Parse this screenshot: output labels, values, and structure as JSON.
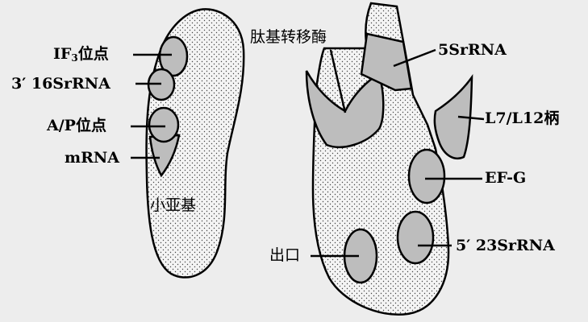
{
  "small_subunit": {
    "title": "小亚基",
    "labels": {
      "if3_prefix": "IF",
      "if3_sub": "3",
      "if3_suffix": "位点",
      "rrna16s": "3′ 16SrRNA",
      "ap_site": "A/P位点",
      "mrna": "mRNA"
    }
  },
  "large_subunit": {
    "labels": {
      "peptidyl_transferase": "肽基转移酶",
      "rrna5s": "5SrRNA",
      "l7l12": "L7/L12柄",
      "efg": "EF-G",
      "rrna23s": "5′ 23SrRNA",
      "exit": "出口"
    }
  },
  "colors": {
    "background": "#ededed",
    "subunit_fill": "#f4f4f4",
    "region_fill": "#bdbdbd",
    "outline": "#000000"
  }
}
